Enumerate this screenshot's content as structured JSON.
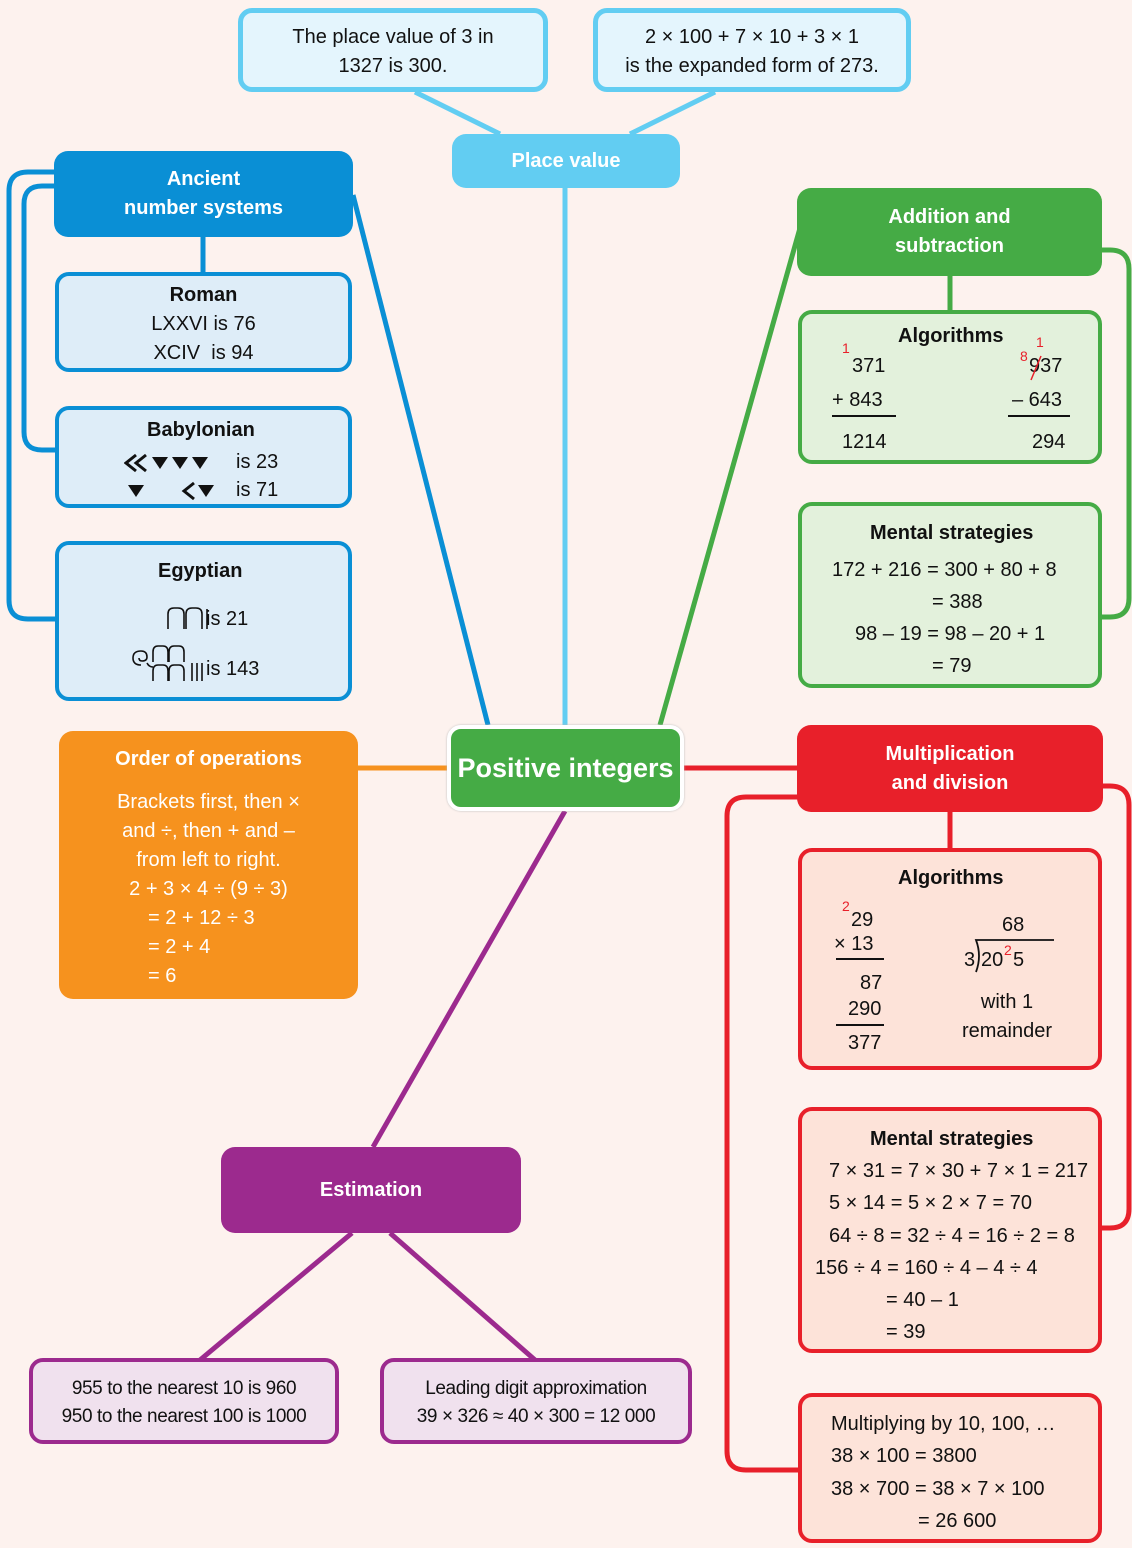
{
  "central": "Positive integers",
  "place_value": {
    "title": "Place value",
    "box1": [
      "The place value of 3 in",
      "1327 is 300."
    ],
    "box2": [
      "2 × 100 + 7 × 10 + 3 × 1",
      "is the expanded form of 273."
    ]
  },
  "ancient": {
    "title": [
      "Ancient",
      "number systems"
    ],
    "roman": {
      "title": "Roman",
      "lines": [
        "LXXVI is 76",
        "XCIV  is 94"
      ]
    },
    "babylonian": {
      "title": "Babylonian",
      "values": [
        "is 23",
        "is 71"
      ]
    },
    "egyptian": {
      "title": "Egyptian",
      "values": [
        "is 21",
        "is 143"
      ]
    }
  },
  "order": {
    "title": "Order of operations",
    "lines": [
      "Brackets first, then ×",
      "and ÷, then + and –",
      "from left to right.",
      "2 + 3 × 4 ÷ (9 ÷ 3)"
    ],
    "steps": [
      "= 2 + 12 ÷ 3",
      "= 2 + 4",
      "= 6"
    ]
  },
  "addsub": {
    "title": [
      "Addition and",
      "subtraction"
    ],
    "alg": {
      "title": "Algorithms",
      "add": {
        "carry": "1",
        "top": "371",
        "second": "+ 843",
        "result": "1214"
      },
      "sub": {
        "borrow_top": "1",
        "borrow_left": "8",
        "top": "937",
        "second": "– 643",
        "result": "294"
      }
    },
    "mental": {
      "title": "Mental strategies",
      "lines": [
        "172 + 216 = 300 + 80 + 8",
        "= 388",
        "98 – 19 = 98 – 20 + 1",
        "= 79"
      ]
    }
  },
  "muldiv": {
    "title": [
      "Multiplication",
      "and division"
    ],
    "alg": {
      "title": "Algorithms",
      "mul": {
        "carry": "2",
        "top": "29",
        "second": "× 13",
        "p1": "87",
        "p2": "290",
        "result": "377"
      },
      "div": {
        "quotient": "68",
        "divisor": "3",
        "d1": "20",
        "carry": "2",
        "d2": "5",
        "note": [
          "with 1",
          "remainder"
        ]
      }
    },
    "mental": {
      "title": "Mental strategies",
      "lines": [
        "7 × 31 = 7 × 30 + 7 × 1 = 217",
        "5 × 14 = 5 × 2 × 7 = 70",
        "64 ÷ 8 = 32 ÷ 4 = 16 ÷ 2 = 8",
        "156 ÷ 4 = 160 ÷ 4 – 4 ÷ 4",
        "= 40 – 1",
        "= 39"
      ]
    },
    "powers": {
      "lines": [
        "Multiplying by 10, 100, …",
        "38 × 100 = 3800",
        "38 × 700 = 38 × 7 × 100",
        "= 26 600"
      ]
    }
  },
  "estimation": {
    "title": "Estimation",
    "box1": [
      "955 to the nearest 10 is 960",
      "950 to the nearest 100 is 1000"
    ],
    "box2": [
      "Leading digit approximation",
      "39 × 326 ≈ 40 × 300 = 12 000"
    ]
  },
  "colors": {
    "place": "#62cdf2",
    "ancient": "#0a8fd5",
    "addsub": "#45ab45",
    "muldiv": "#e8202a",
    "order": "#f6921e",
    "estimation": "#9c2a8e"
  }
}
